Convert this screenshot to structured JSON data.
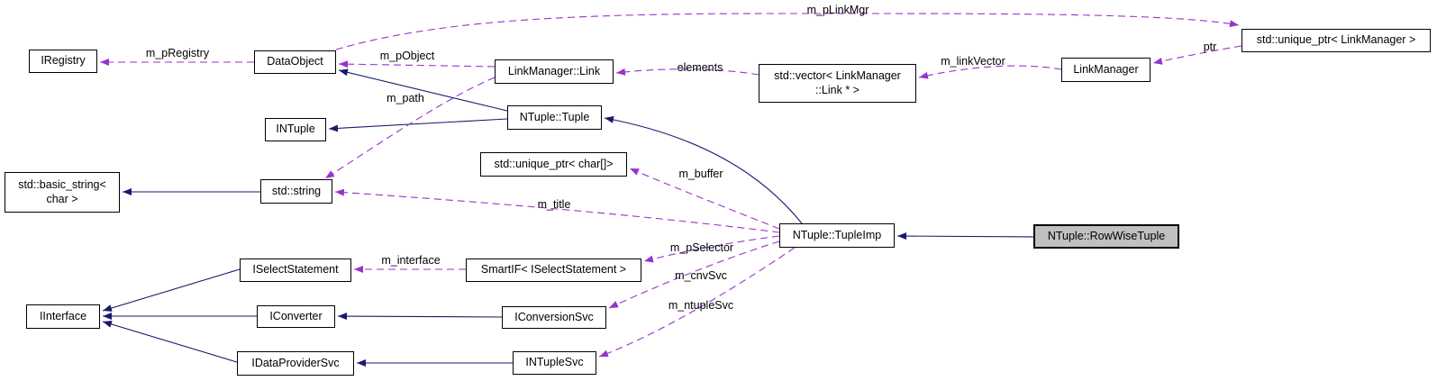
{
  "diagram": {
    "type": "collaboration-graph",
    "focus_class": "NTuple::RowWiseTuple",
    "colors": {
      "inheritance_edge": "#191970",
      "usage_edge": "#9a32cd",
      "node_border": "#000000",
      "node_fill": "#ffffff",
      "focus_node_fill": "#c0c0c0",
      "text": "#000000",
      "background": "#ffffff"
    },
    "nodes": [
      {
        "id": "iregistry",
        "label": "IRegistry"
      },
      {
        "id": "dataobject",
        "label": "DataObject"
      },
      {
        "id": "intuple",
        "label": "INTuple"
      },
      {
        "id": "basic-string",
        "label": "std::basic_string<\nchar >"
      },
      {
        "id": "std-string",
        "label": "std::string"
      },
      {
        "id": "iselectstatement",
        "label": "ISelectStatement"
      },
      {
        "id": "iinterface",
        "label": "IInterface"
      },
      {
        "id": "iconverter",
        "label": "IConverter"
      },
      {
        "id": "idataprovidersvc",
        "label": "IDataProviderSvc"
      },
      {
        "id": "linkmanager-link",
        "label": "LinkManager::Link"
      },
      {
        "id": "ntuple-tuple",
        "label": "NTuple::Tuple"
      },
      {
        "id": "unique-ptr-char",
        "label": "std::unique_ptr< char[]>"
      },
      {
        "id": "smartif-iselectstatement",
        "label": "SmartIF< ISelectStatement >"
      },
      {
        "id": "iconversionsvc",
        "label": "IConversionSvc"
      },
      {
        "id": "intuplesvc",
        "label": "INTupleSvc"
      },
      {
        "id": "vector-linkmanager-link",
        "label": "std::vector< LinkManager\n::Link * >"
      },
      {
        "id": "linkmanager",
        "label": "LinkManager"
      },
      {
        "id": "unique-ptr-linkmanager",
        "label": "std::unique_ptr< LinkManager >"
      },
      {
        "id": "ntuple-tupleimp",
        "label": "NTuple::TupleImp"
      },
      {
        "id": "ntuple-rowwisetuple",
        "label": "NTuple::RowWiseTuple"
      }
    ],
    "edges": [
      {
        "from": "DataObject",
        "to": "IRegistry",
        "type": "usage",
        "label": "m_pRegistry"
      },
      {
        "from": "DataObject",
        "to": "std::unique_ptr< LinkManager >",
        "type": "usage",
        "label": "m_pLinkMgr"
      },
      {
        "from": "LinkManager::Link",
        "to": "DataObject",
        "type": "usage",
        "label": "m_pObject"
      },
      {
        "from": "LinkManager::Link",
        "to": "std::string",
        "type": "usage",
        "label": "m_path"
      },
      {
        "from": "std::vector< LinkManager::Link * >",
        "to": "LinkManager::Link",
        "type": "usage",
        "label": "elements"
      },
      {
        "from": "LinkManager",
        "to": "std::vector< LinkManager::Link * >",
        "type": "usage",
        "label": "m_linkVector"
      },
      {
        "from": "std::unique_ptr< LinkManager >",
        "to": "LinkManager",
        "type": "usage",
        "label": "ptr"
      },
      {
        "from": "NTuple::TupleImp",
        "to": "std::unique_ptr< char[]>",
        "type": "usage",
        "label": "m_buffer"
      },
      {
        "from": "NTuple::TupleImp",
        "to": "std::string",
        "type": "usage",
        "label": "m_title"
      },
      {
        "from": "NTuple::TupleImp",
        "to": "SmartIF< ISelectStatement >",
        "type": "usage",
        "label": "m_pSelector"
      },
      {
        "from": "NTuple::TupleImp",
        "to": "IConversionSvc",
        "type": "usage",
        "label": "m_cnvSvc"
      },
      {
        "from": "NTuple::TupleImp",
        "to": "INTupleSvc",
        "type": "usage",
        "label": "m_ntupleSvc"
      },
      {
        "from": "SmartIF< ISelectStatement >",
        "to": "ISelectStatement",
        "type": "usage",
        "label": "m_interface"
      },
      {
        "from": "std::string",
        "to": "std::basic_string< char >",
        "type": "inheritance",
        "label": ""
      },
      {
        "from": "ISelectStatement",
        "to": "IInterface",
        "type": "inheritance",
        "label": ""
      },
      {
        "from": "IConverter",
        "to": "IInterface",
        "type": "inheritance",
        "label": ""
      },
      {
        "from": "IDataProviderSvc",
        "to": "IInterface",
        "type": "inheritance",
        "label": ""
      },
      {
        "from": "IConversionSvc",
        "to": "IConverter",
        "type": "inheritance",
        "label": ""
      },
      {
        "from": "INTupleSvc",
        "to": "IDataProviderSvc",
        "type": "inheritance",
        "label": ""
      },
      {
        "from": "NTuple::Tuple",
        "to": "DataObject",
        "type": "inheritance",
        "label": ""
      },
      {
        "from": "NTuple::Tuple",
        "to": "INTuple",
        "type": "inheritance",
        "label": ""
      },
      {
        "from": "NTuple::TupleImp",
        "to": "NTuple::Tuple",
        "type": "inheritance",
        "label": ""
      },
      {
        "from": "NTuple::RowWiseTuple",
        "to": "NTuple::TupleImp",
        "type": "inheritance",
        "label": ""
      }
    ]
  }
}
